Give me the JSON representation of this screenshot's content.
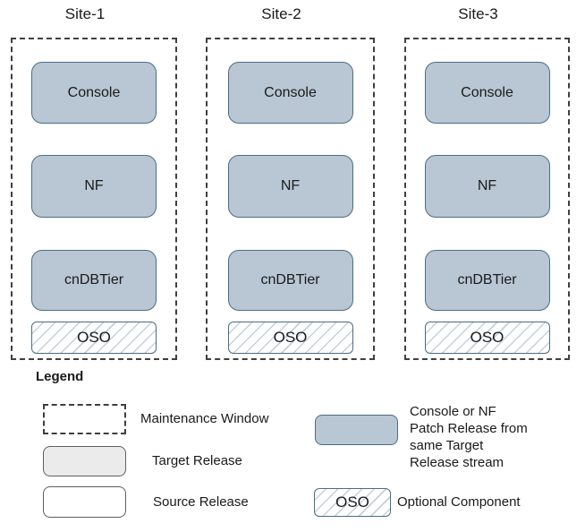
{
  "sites": [
    {
      "title": "Site-1",
      "boxes": {
        "console": "Console",
        "nf": "NF",
        "cndbtier": "cnDBTier",
        "oso": "OSO"
      }
    },
    {
      "title": "Site-2",
      "boxes": {
        "console": "Console",
        "nf": "NF",
        "cndbtier": "cnDBTier",
        "oso": "OSO"
      }
    },
    {
      "title": "Site-3",
      "boxes": {
        "console": "Console",
        "nf": "NF",
        "cndbtier": "cnDBTier",
        "oso": "OSO"
      }
    }
  ],
  "legend": {
    "heading": "Legend",
    "maintenance_window": "Maintenance Window",
    "target_release": "Target Release",
    "source_release": "Source Release",
    "patch_release_lines": [
      "Console or NF",
      "Patch Release from",
      "same Target",
      "Release stream"
    ],
    "oso_swatch_text": "OSO",
    "optional_component": "Optional Component"
  },
  "colors": {
    "component-fill": "#b8c7d3",
    "component-border": "#4d6c82",
    "hatch-line": "#c3d1dc",
    "dash-color": "#3f3f3f",
    "target-fill": "#ebebeb",
    "neutral-border": "#5e5e5e",
    "text-color": "#1a1a1a"
  }
}
